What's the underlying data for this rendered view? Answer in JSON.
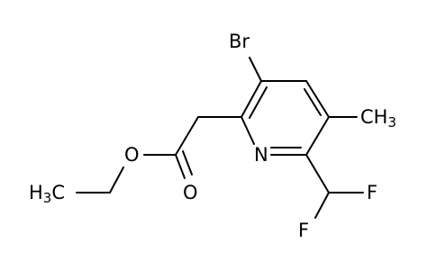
{
  "atoms": {
    "br": "Br",
    "n": "N",
    "methyl": {
      "main": "CH",
      "sub": "3"
    },
    "ethyl": {
      "main": "H",
      "sub": "3",
      "tail": "C"
    },
    "ester_o": "O",
    "carbonyl_o": "O",
    "f1": "F",
    "f2": "F"
  },
  "colors": {
    "bond": "#000000",
    "text": "#000000",
    "background": "#ffffff"
  }
}
